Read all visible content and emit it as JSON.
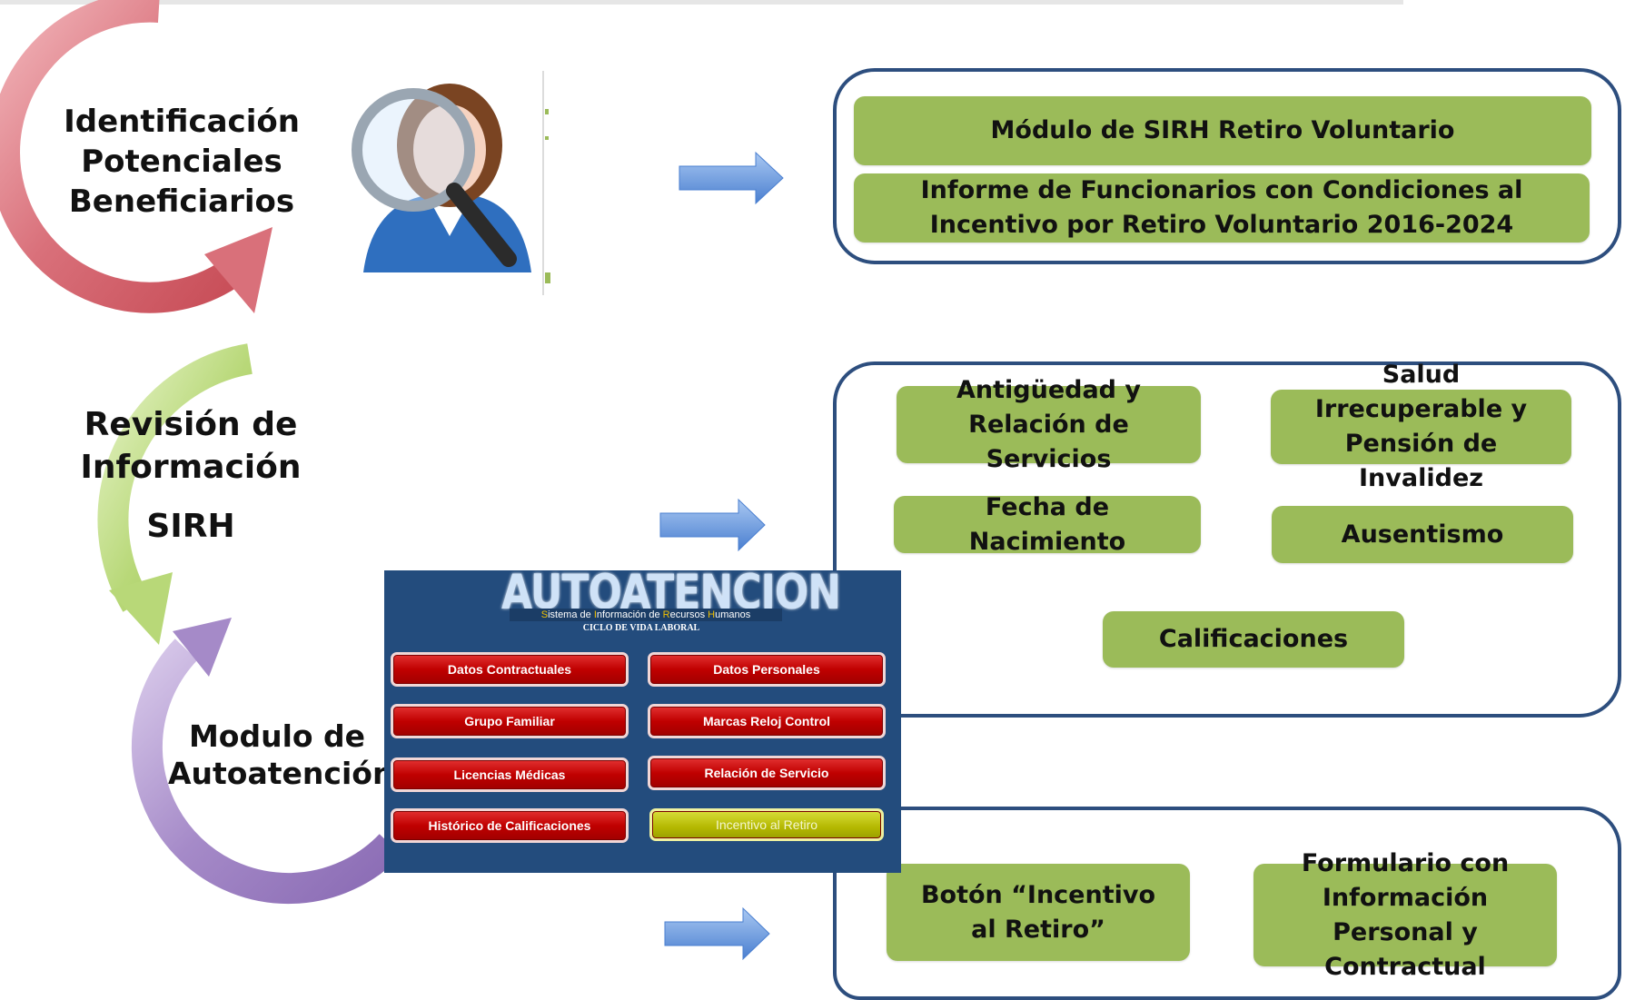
{
  "stages": {
    "identificacion": {
      "label_lines": [
        "Identificación",
        "Potenciales",
        "Beneficiarios"
      ]
    },
    "revision": {
      "label_lines": [
        "Revisión de",
        "Información",
        "SIRH"
      ]
    },
    "autoatencion": {
      "label_lines": [
        "Modulo de",
        "Autoatención"
      ]
    }
  },
  "colors": {
    "stage1_arrow": "#d9707a",
    "stage2_arrow": "#b8d878",
    "stage3_arrow": "#a58ac8",
    "panel_border": "#2d4e7e",
    "green_box": "#9bbb59",
    "flow_arrow": "#5b8fdc",
    "autoatencion_bg": "#234c7d",
    "button_red": "#c00000",
    "button_yellow": "#b4b800"
  },
  "icons": [
    "person-magnifier-icon",
    "right-arrow-icon"
  ],
  "panel1": {
    "boxes": [
      "Módulo de SIRH Retiro Voluntario",
      "Informe de Funcionarios con Condiciones al Incentivo por Retiro Voluntario 2016-2024"
    ]
  },
  "panel2": {
    "boxes": [
      "Antigüedad y Relación de Servicios",
      "Salud Irrecuperable y Pensión de Invalidez",
      "Fecha de Nacimiento",
      "Ausentismo",
      "Calificaciones"
    ]
  },
  "panel3": {
    "boxes": [
      "Botón “Incentivo al Retiro”",
      "Formulario con Información Personal y Contractual"
    ]
  },
  "autoatencion": {
    "title": "AUTOATENCION",
    "subtitle_parts": [
      "S",
      "istema de ",
      "I",
      "nformación de ",
      "R",
      "ecursos ",
      "H",
      "umanos"
    ],
    "ciclo": "CICLO DE VIDA LABORAL",
    "buttons": [
      "Datos Contractuales",
      "Datos Personales",
      "Grupo Familiar",
      "Marcas Reloj Control",
      "Licencias Médicas",
      "Relación de Servicio",
      "Histórico de Calificaciones",
      "Incentivo al Retiro"
    ]
  }
}
